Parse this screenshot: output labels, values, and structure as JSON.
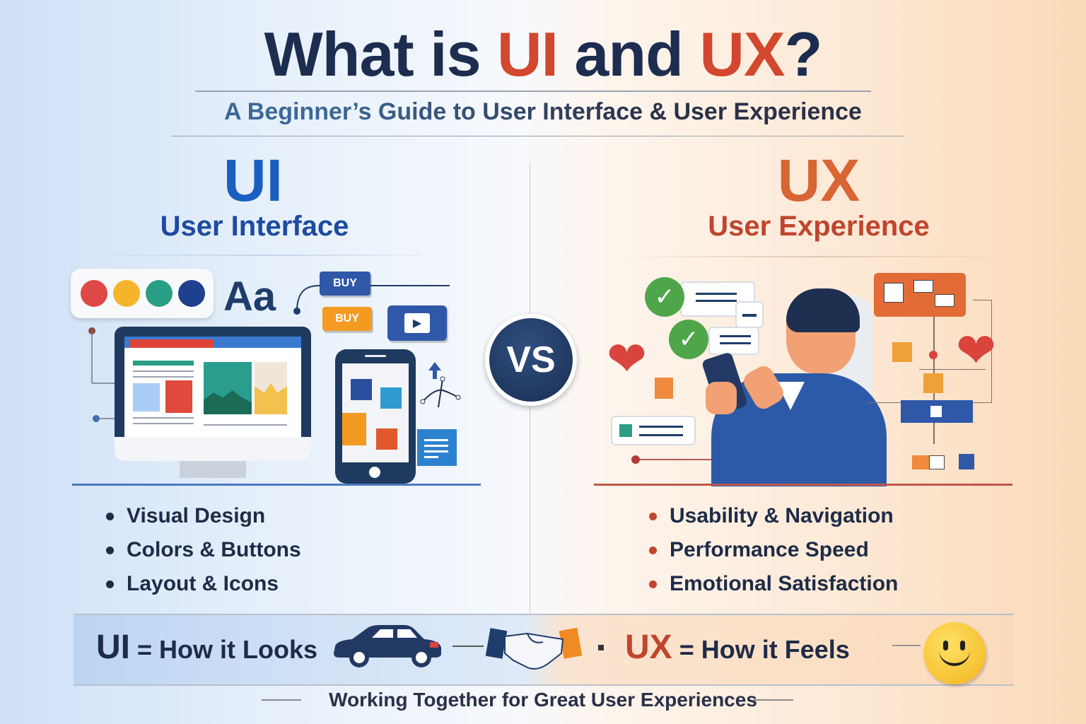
{
  "header": {
    "title_part1": "What is ",
    "title_ui": "UI",
    "title_and": " and ",
    "title_ux": "UX",
    "title_q": "?",
    "subtitle": "A Beginner’s Guide to User Interface & User Experience"
  },
  "ui_column": {
    "acronym": "UI",
    "name": "User Interface",
    "illustration": {
      "palette_colors": [
        "#e04848",
        "#f5b52a",
        "#2a9d85",
        "#1f3f8f"
      ],
      "typography_sample": "Aa",
      "buttons": [
        {
          "label": "BUY",
          "color": "#2f58a8"
        },
        {
          "label": "BUY",
          "color": "#f29a22"
        }
      ],
      "play_icon": "play-icon"
    },
    "bullets": [
      "Visual Design",
      "Colors & Buttons",
      "Layout & Icons"
    ],
    "bullet_color": "#1f2b47"
  },
  "vs_badge": "VS",
  "ux_column": {
    "acronym": "UX",
    "name": "User Experience",
    "bullets": [
      "Usability & Navigation",
      "Performance Speed",
      "Emotional Satisfaction"
    ],
    "bullet_color": "#c0452e"
  },
  "bottom": {
    "ui_key": "UI",
    "ui_eq": "= How it Looks",
    "ux_key": "UX",
    "ux_eq": "= How it Feels",
    "icons": [
      "car-icon",
      "handshake-icon",
      "smiley-icon"
    ],
    "footer": "Working Together for Great User Experiences"
  },
  "colors": {
    "navy": "#1d2d4f",
    "accent_red": "#d2472d",
    "ui_blue": "#1a5fbf",
    "ux_orange": "#d96434"
  }
}
